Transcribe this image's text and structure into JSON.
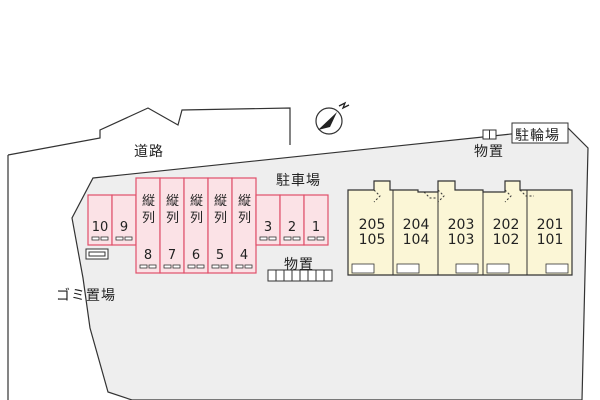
{
  "labels": {
    "road": "道路",
    "parking": "駐車場",
    "bike_parking": "駐輪場",
    "storage_top": "物置",
    "storage_bottom": "物置",
    "garbage": "ゴミ置場"
  },
  "parking_single": [
    "10",
    "9",
    "3",
    "2",
    "1"
  ],
  "parking_tandem": [
    {
      "label": "縦列",
      "number": "8"
    },
    {
      "label": "縦列",
      "number": "7"
    },
    {
      "label": "縦列",
      "number": "6"
    },
    {
      "label": "縦列",
      "number": "5"
    },
    {
      "label": "縦列",
      "number": "4"
    }
  ],
  "units": [
    {
      "upper": "205",
      "lower": "105"
    },
    {
      "upper": "204",
      "lower": "104"
    },
    {
      "upper": "203",
      "lower": "103"
    },
    {
      "upper": "202",
      "lower": "102"
    },
    {
      "upper": "201",
      "lower": "101"
    }
  ],
  "compass": {
    "letter": "N"
  },
  "colors": {
    "site_fill": "#eeeeee",
    "parking_border": "#e0506a",
    "parking_fill": "#fbe2e6",
    "building_fill": "#fbf6d6",
    "line": "#333333"
  }
}
